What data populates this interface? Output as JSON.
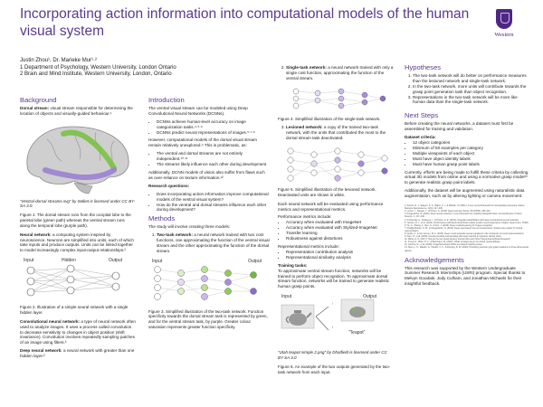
{
  "title": "Incorporating action information into computational models of the human visual system",
  "logo": {
    "wordmark": "Western"
  },
  "authors": {
    "names": "Justin Zhou¹, Dr. Marieke Mur¹·²",
    "affil1": "1 Department of Psychology, Western University, London Ontario",
    "affil2": "2 Brain and Mind Institute, Western University, London, Ontario"
  },
  "background": {
    "heading": "Background",
    "p1_term": "Dorsal stream:",
    "p1": " visual stream responsible for determining the location of objects and visually-guided behaviour.¹",
    "brain_caption": "“Ventral-dorsal streams.svg” by Selket is licensed under CC BY-SA 3.0.",
    "fig1_caption": "Figure 1. The dorsal stream runs from the occipital lobe to the parietal lobe (green path) whereas the ventral stream runs along the temporal lobe (purple path).",
    "p2_term": "Neural network:",
    "p2": " a computing system inspired by neuroscience. Neurons are simplified into units, each of which take inputs and produce outputs. Units can be linked together to model increasingly complex input-output relationships.²",
    "nn_labels": [
      "Input",
      "Hidden",
      "Output"
    ],
    "fig2_caption": "Figure 2. Illustration of a simple neural network with a single hidden layer.",
    "p3_term": "Convolutional neural network:",
    "p3": " a type of neural network often used to analyze images. It uses a process called convolution to decrease sensitivity to changes in object position (shift invariance). Convolution involves repeatedly sampling patches of an image using filters.³",
    "p4_term": "Deep neural network:",
    "p4": " a neural network with greater than one hidden layer.²"
  },
  "intro": {
    "heading": "Introduction",
    "p1": "The ventral visual stream can be modeled using Deep Convolutional Neural Networks (DCNNs).",
    "b1": [
      "DCNNs achieve human-level accuracy on image categorization tasks.⁴·⁵·⁶",
      "DCNNs predict neural representations of images.⁵·⁷·⁸"
    ],
    "p2": "However, computational models of the dorsal visual stream remain relatively unexplored.⁹ This is problematic, as:",
    "b2": [
      "The ventral and dorsal streams are not entirely independent.¹⁰·¹¹",
      "The streams likely influence each other during development"
    ],
    "p3": "Additionally, DCNN models of vision also suffer from flaws such as over-reliance on texture information.¹²",
    "rq_label": "Research questions:",
    "b3": [
      "Does incorporating action information improve computational models of the ventral visual system?",
      "How do the ventral and dorsal streams influence each other during development?"
    ]
  },
  "methods": {
    "heading": "Methods",
    "p1": "The study will involve creating three models:",
    "item1_term": "Two-task network:",
    "item1": " a neural network trained with two cost functions, one approximating the function of the ventral visual stream and the other approximating the function of the dorsal stream.",
    "fig_labels": [
      "Input",
      "Output"
    ],
    "fig3_caption": "Figure 3. Simplified illustration of the two-task network. Function specificity towards the dorsal stream task is represented by green, and for the ventral stream task, by purple. Greater colour saturation represents greater function specificity."
  },
  "col3": {
    "item2_term": "Single-task network:",
    "item2": " a neural network trained with only a single cost function, approximating the function of the ventral stream.",
    "fig4_caption": "Figure 4. Simplified illustration of the single-task network.",
    "item3_term": "Lesioned network:",
    "item3": " a copy of the trained two-task network, with the units that contributed the most to the dorsal stream task deactivated.",
    "fig5_caption": "Figure 5. Simplified illustration of the lesioned network. Deactivated units are shown in white.",
    "p_eval": "Each neural network will be evaluated using performance metrics and representational metrics.",
    "perf_label": "Performance metrics include:",
    "perf": [
      "Accuracy when evaluated with ImageNet",
      "Accuracy when evaluated with Stylized-ImageNet",
      "Transfer learning",
      "Robustness against distortions"
    ],
    "rep_label": "Representational metrics include:",
    "rep": [
      "Representation contribution analysis",
      "Representational similarity analysis"
    ],
    "train_label": "Training tasks:",
    "train": "To approximate ventral stream function, networks will be trained to perform object recognition. To approximate dorsal stream function, networks will be trained to generate realistic human grasp points.",
    "fig6_input": "Input",
    "fig6_output": "Output",
    "fig6_label": "“Teapot”",
    "teapot_caption": "“Utah teapot simple 2.png” by Dhatfield is licensed under CC BY-SA 3.0",
    "fig6_caption": "Figure 6. An example of the two outputs generated by the two-task network from each input."
  },
  "hypotheses": {
    "heading": "Hypotheses",
    "items": [
      "The two-task network will do better on performance measures than the lesioned network and single-task network.",
      "In the two-task network, more units will contribute towards the grasp point generation task than object recognition.",
      "Representations in the two-task network will be more like human data than the single-task network."
    ]
  },
  "next": {
    "heading": "Next Steps",
    "p1": "Before creating the neural networks, a dataset must first be assembled for training and validation.",
    "criteria_label": "Dataset criteria:",
    "criteria": [
      "12 object categories",
      "Minimum of 50 examples per category",
      "Multiple viewpoints of each object",
      "Must have object identity labels",
      "Must have human grasp point labels"
    ],
    "p2": "Currently, efforts are being made to fulfill these criteria by collecting virtual 3D models from online and using a normative grasp model¹³ to generate realistic grasp point labels.",
    "p3": "Additionally, the dataset will be augmented using naturalistic data augmentation, such as by altering lighting or camera movement."
  },
  "references": {
    "lines": [
      "1. Kravitz, D. J., Saleem, K. S., Baker, C. I., & Mishkin, M. (2011). A new neural framework for visuospatial processing. Nature Reviews Neuroscience, 12(4), 217–230.",
      "2. LeCun, Y., Bengio, Y., & Hinton, G. (2015). Deep learning. Nature, 521(7553), 436–444.",
      "3. Kriegeskorte, N. (2015). Deep neural networks: a new framework for modeling biological vision. Annual Review of Vision Science, 1, 417–446.",
      "4. Krizhevsky, A., Sutskever, I., & Hinton, G. E. (2012). ImageNet classification with deep convolutional neural networks.",
      "5. Yamins, D. L., et al. (2014). Performance-optimized hierarchical models predict neural responses in higher visual cortex. PNAS.",
      "6. He, K., Zhang, X., Ren, S., & Sun, J. (2016). Deep residual learning for image recognition.",
      "7. Khaligh-Razavi, S. M., & Kriegeskorte, N. (2014). Deep supervised, but not unsupervised, models may explain IT cortical representation.",
      "8. Güçlü, U., & van Gerven, M. A. (2015). Deep neural networks reveal a gradient in the complexity of neural representations.",
      "9. Wen, H., et al. (2018). Neural encoding and decoding with deep learning for dynamic natural vision.",
      "10. Milner, A. D. (2017). How do the two visual streams interact with each other? Experimental Brain Research.",
      "11. Freud, E., Plaut, D. C., & Behrmann, M. (2016). ‘What’ is happening in the dorsal visual pathway.",
      "12. Geirhos, R., et al. (2019). ImageNet-trained CNNs are biased towards texture.",
      "13. Klein, L. K., Maiello, G., Paulun, V. C., & Fleming, R. W. (2020). Predicting precision grip grasp locations on three-dimensional objects."
    ]
  },
  "ack": {
    "heading": "Acknowledgements",
    "p": "This research was supported by the Western Undergraduate Summer Research Internships (USRI) program. Special thanks to Melvyn Goodale, Jody Culham, and Jonathan Michaels for their insightful feedback."
  },
  "colors": {
    "accent": "#5b3a8c",
    "dorsal": "#7ac143",
    "ventral": "#9b7fd1"
  }
}
